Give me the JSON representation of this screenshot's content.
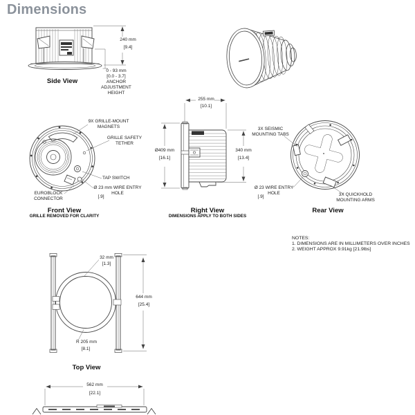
{
  "page": {
    "title": "Dimensions"
  },
  "colors": {
    "title_gray": "#8b929b",
    "line_art": "#454545",
    "text": "#1c1c1c"
  },
  "views": {
    "side": {
      "title": "Side View",
      "dim_height": "240 mm",
      "dim_height_in": "[9.4]",
      "anchor_note": "0 - 93 mm\n[0.0 - 3.7]\nANCHOR\nADJUSTMENT\nHEIGHT"
    },
    "front": {
      "title": "Front View",
      "subtitle": "GRILLE REMOVED FOR CLARITY",
      "label_magnets": "9X GRILLE-MOUNT\nMAGNETS",
      "label_tether": "GRILLE SAFETY\nTETHER",
      "label_tap_switch": "TAP SWITCH",
      "label_wire_entry": "Ø 23 mm WIRE ENTRY\nHOLE",
      "label_wire_entry_in": "[.9]",
      "label_euroblock": "EUROBLOCK\nCONNECTOR"
    },
    "right": {
      "title": "Right View",
      "subtitle": "DIMENSIONS APPLY TO BOTH SIDES",
      "dim_width": "255 mm",
      "dim_width_in": "[10.1]",
      "dim_diameter": "Ø409 mm",
      "dim_diameter_in": "[16.1]",
      "dim_depth": "340 mm",
      "dim_depth_in": "[13.4]"
    },
    "rear": {
      "title": "Rear View",
      "label_seismic": "3X SEISMIC\nMOUNTING TABS",
      "label_wire_entry": "Ø 23 WIRE ENTRY\nHOLE",
      "label_wire_entry_in": "[.9]",
      "label_quickhold": "3X QUICKHOLD\nMOUNTING ARMS"
    },
    "top": {
      "title": "Top View",
      "dim_ring": "32 mm",
      "dim_ring_in": "[1.3]",
      "dim_length": "644 mm",
      "dim_length_in": "[25.4]",
      "dim_radius": "R 205 mm",
      "dim_radius_in": "[8.1]"
    },
    "bottom": {
      "dim_width": "562 mm",
      "dim_width_in": "[22.1]"
    }
  },
  "notes": {
    "heading": "NOTES:",
    "items": [
      "1. DIMENSIONS ARE IN MILLIMETERS OVER INCHES",
      "2. WEIGHT APPROX 9.91kg [21.9lbs]"
    ]
  }
}
